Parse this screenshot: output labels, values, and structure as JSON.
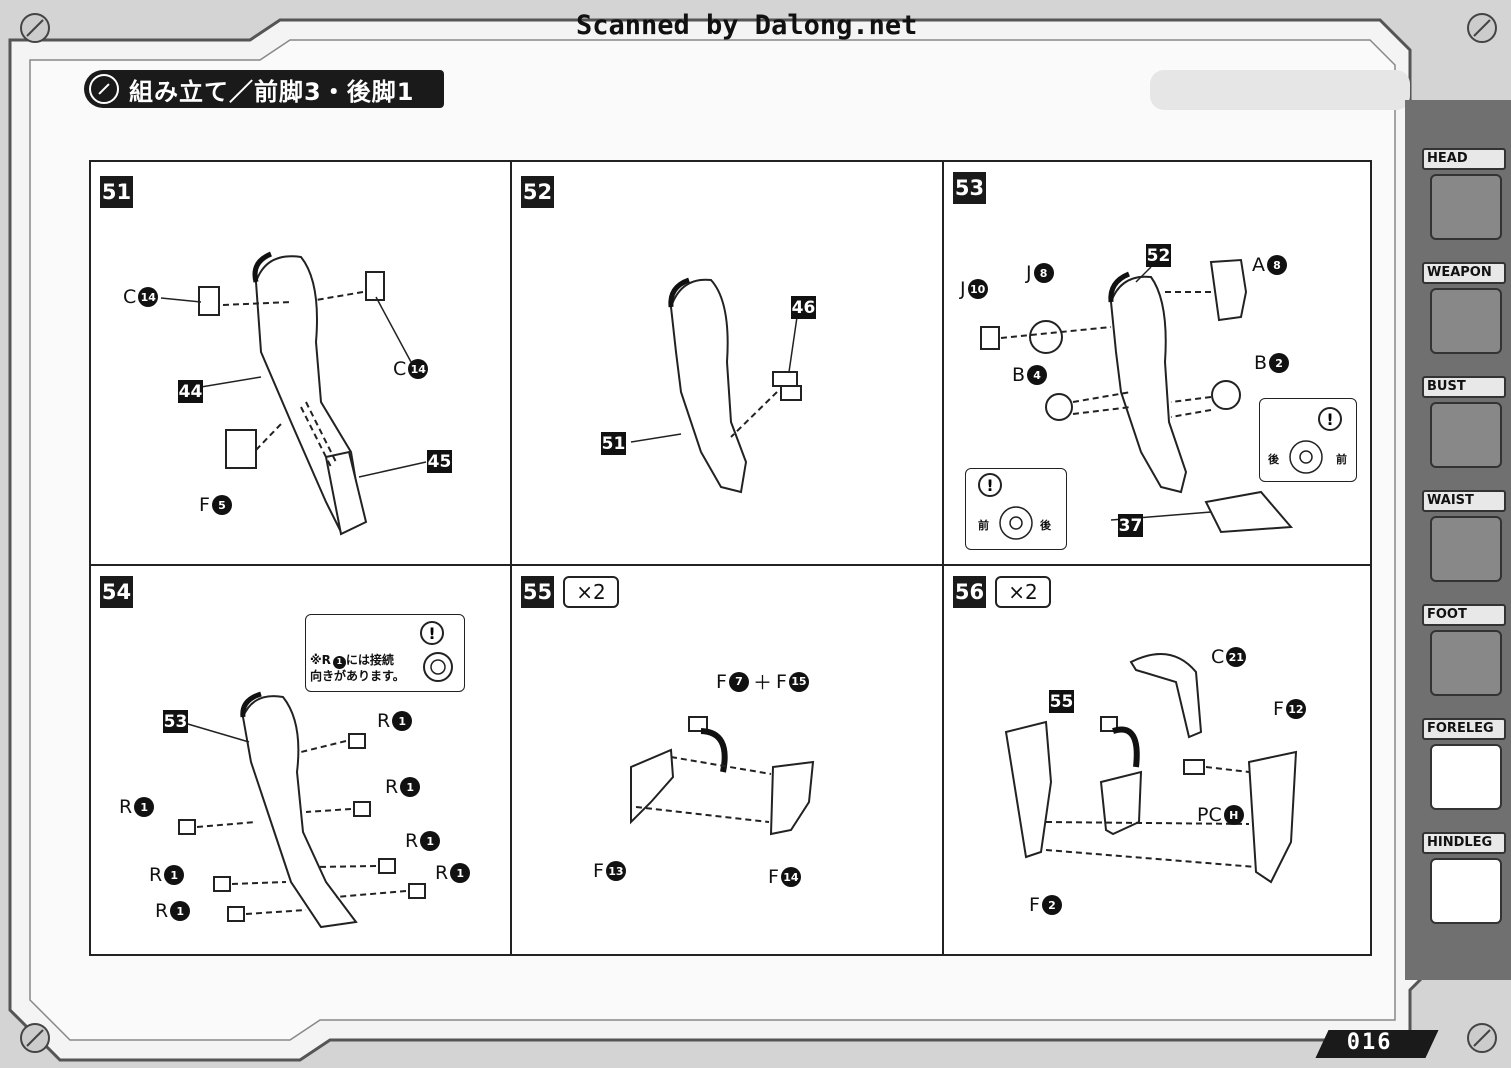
{
  "header": {
    "scanned_credit": "Scanned by Dalong.net",
    "title": "組み立て／前脚3・後脚1"
  },
  "steps": [
    {
      "id": "s51",
      "number": "51",
      "multiplier": "",
      "labels": [
        {
          "letter": "C",
          "num": "14"
        },
        {
          "letter": "C",
          "num": "14"
        },
        {
          "letter": "F",
          "num": "5"
        }
      ],
      "refs": [
        "44",
        "45"
      ]
    },
    {
      "id": "s52",
      "number": "52",
      "multiplier": "",
      "labels": [],
      "refs": [
        "46",
        "51"
      ]
    },
    {
      "id": "s53",
      "number": "53",
      "multiplier": "",
      "labels": [
        {
          "letter": "J",
          "num": "10"
        },
        {
          "letter": "J",
          "num": "8"
        },
        {
          "letter": "A",
          "num": "8"
        },
        {
          "letter": "B",
          "num": "4"
        },
        {
          "letter": "B",
          "num": "2"
        }
      ],
      "refs": [
        "52",
        "37"
      ],
      "notes": [
        {
          "front": "前",
          "back": "後"
        },
        {
          "front": "前",
          "back": "後"
        }
      ]
    },
    {
      "id": "s54",
      "number": "54",
      "multiplier": "",
      "labels": [
        {
          "letter": "R",
          "num": "1"
        },
        {
          "letter": "R",
          "num": "1"
        },
        {
          "letter": "R",
          "num": "1"
        },
        {
          "letter": "R",
          "num": "1"
        },
        {
          "letter": "R",
          "num": "1"
        },
        {
          "letter": "R",
          "num": "1"
        },
        {
          "letter": "R",
          "num": "1"
        }
      ],
      "refs": [
        "53"
      ],
      "note_text_1": "※R",
      "note_text_num": "1",
      "note_text_2": "には接続",
      "note_text_3": "向きがあります。"
    },
    {
      "id": "s55",
      "number": "55",
      "multiplier": "×2",
      "labels": [
        {
          "letter": "F",
          "num": "7"
        },
        {
          "letter": "F",
          "num": "15"
        },
        {
          "letter": "F",
          "num": "13"
        },
        {
          "letter": "F",
          "num": "14"
        }
      ],
      "plus": "＋",
      "refs": []
    },
    {
      "id": "s56",
      "number": "56",
      "multiplier": "×2",
      "labels": [
        {
          "letter": "C",
          "num": "21"
        },
        {
          "letter": "F",
          "num": "12"
        },
        {
          "letter": "PC",
          "num": "H"
        },
        {
          "letter": "F",
          "num": "2"
        }
      ],
      "refs": [
        "55"
      ]
    }
  ],
  "sidebar": {
    "tabs": [
      "HEAD",
      "WEAPON",
      "BUST",
      "WAIST",
      "FOOT",
      "FORELEG",
      "HINDLEG"
    ],
    "active": "HINDLEG"
  },
  "page_number": "016",
  "icons": [
    "wrench-icon",
    "exclamation-icon",
    "joint-icon"
  ]
}
